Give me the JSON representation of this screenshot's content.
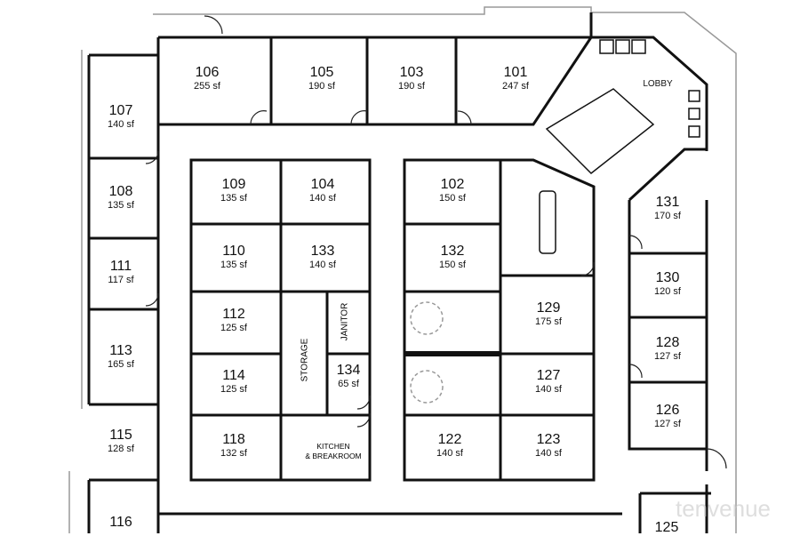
{
  "rooms": [
    {
      "num": "106",
      "area": "255 sf"
    },
    {
      "num": "105",
      "area": "190 sf"
    },
    {
      "num": "103",
      "area": "190 sf"
    },
    {
      "num": "101",
      "area": "247 sf"
    },
    {
      "num": "107",
      "area": "140 sf"
    },
    {
      "num": "108",
      "area": "135 sf"
    },
    {
      "num": "111",
      "area": "117 sf"
    },
    {
      "num": "113",
      "area": "165 sf"
    },
    {
      "num": "115",
      "area": "128 sf"
    },
    {
      "num": "116",
      "area": ""
    },
    {
      "num": "109",
      "area": "135 sf"
    },
    {
      "num": "104",
      "area": "140 sf"
    },
    {
      "num": "110",
      "area": "135 sf"
    },
    {
      "num": "133",
      "area": "140 sf"
    },
    {
      "num": "112",
      "area": "125 sf"
    },
    {
      "num": "114",
      "area": "125 sf"
    },
    {
      "num": "118",
      "area": "132 sf"
    },
    {
      "num": "134",
      "area": "65 sf"
    },
    {
      "num": "102",
      "area": "150 sf"
    },
    {
      "num": "132",
      "area": "150 sf"
    },
    {
      "num": "129",
      "area": "175 sf"
    },
    {
      "num": "127",
      "area": "140 sf"
    },
    {
      "num": "122",
      "area": "140 sf"
    },
    {
      "num": "123",
      "area": "140 sf"
    },
    {
      "num": "131",
      "area": "170 sf"
    },
    {
      "num": "130",
      "area": "120 sf"
    },
    {
      "num": "128",
      "area": "127 sf"
    },
    {
      "num": "126",
      "area": "127 sf"
    },
    {
      "num": "125",
      "area": ""
    }
  ],
  "labels": {
    "lobby": "LOBBY",
    "storage": "STORAGE",
    "janitor": "JANITOR",
    "kitchen_1": "KITCHEN",
    "kitchen_2": "& BREAKROOM"
  },
  "watermark": "tenvenue"
}
